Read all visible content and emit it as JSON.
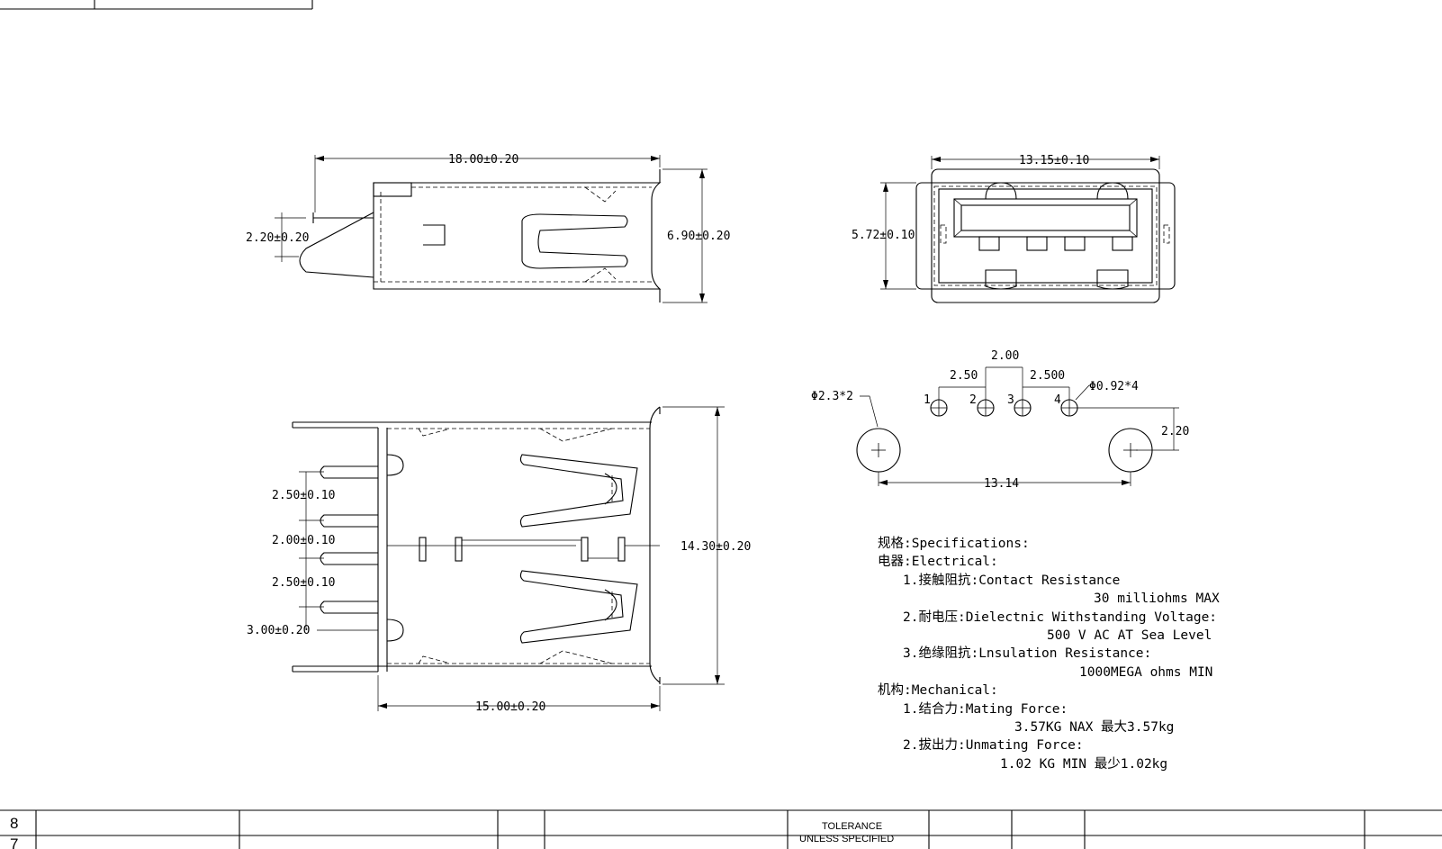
{
  "side_view": {
    "length": "18.00±0.20",
    "height": "6.90±0.20",
    "pin_offset": "2.20±0.20"
  },
  "front_view": {
    "width": "13.15±0.10",
    "height": "5.72±0.10"
  },
  "footprint": {
    "pitch_outer": "2.50",
    "pitch_center": "2.00",
    "pitch_outer_right": "2.500",
    "hole_small": "Φ0.92*4",
    "hole_large": "Φ2.3*2",
    "row_offset": "2.20",
    "boss_spacing": "13.14",
    "pin_numbers": [
      "1",
      "2",
      "3",
      "4"
    ]
  },
  "top_view": {
    "pitch_1": "2.50±0.10",
    "pitch_2": "2.00±0.10",
    "pitch_3": "2.50±0.10",
    "edge_offset": "3.00±0.20",
    "width": "14.30±0.20",
    "length": "15.00±0.20"
  },
  "specs": {
    "title": "规格:Specifications:",
    "electrical": "电器:Electrical:",
    "contact_resistance": "1.接触阻抗:Contact Resistance",
    "contact_resistance_value": "30 milliohms MAX",
    "dielectric": "2.耐电压:Dielectnic Withstanding Voltage:",
    "dielectric_value": "500 V AC AT Sea Level",
    "insulation": "3.绝缘阻抗:Lnsulation Resistance:",
    "insulation_value": "1000MEGA ohms MIN",
    "mechanical": "机构:Mechanical:",
    "mating": "1.结合力:Mating Force:",
    "mating_value": "3.57KG NAX 最大3.57kg",
    "unmating": "2.拔出力:Unmating Force:",
    "unmating_value": "1.02 KG MIN 最少1.02kg"
  },
  "title_block": {
    "row_numbers": [
      "8",
      "7"
    ],
    "tolerance_line1": "TOLERANCE",
    "tolerance_line2": "UNLESS SPECIFIED"
  }
}
